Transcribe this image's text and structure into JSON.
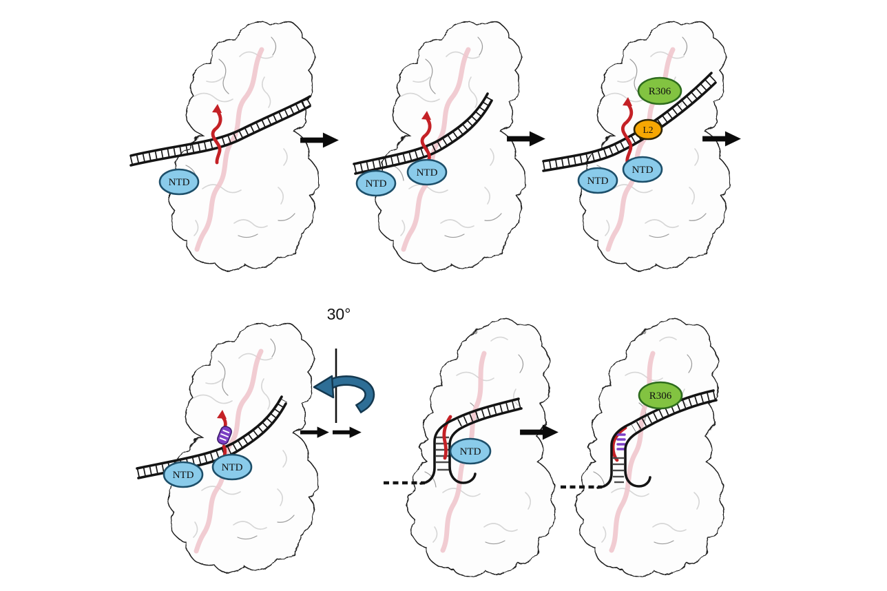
{
  "colors": {
    "protein-fill": "#fdfdfd",
    "protein-stroke": "#1a1a1a",
    "texture-light": "#d6d6d6",
    "texture-dark": "#9a9a9a",
    "ribbon-pink": "#f0c7cd",
    "dna-black": "#141414",
    "rung-gray": "#4a4a4a",
    "ssdna-red": "#c42126",
    "hybrid-purple": "#7b3fc4",
    "ntd-fill": "#8acbea",
    "ntd-stroke": "#1d4f6a",
    "r306-fill": "#82c341",
    "r306-stroke": "#2d6b1d",
    "l2-fill": "#f6a703",
    "l2-stroke": "#2e2405",
    "arrow-black": "#0b0b0b",
    "rotation-teal": "#2e6e96",
    "rotation-teal-dark": "#14384f",
    "label-text": "#101010",
    "canvas-bg": "#ffffff"
  },
  "rotation": {
    "angle_label": "30°"
  },
  "panels": [
    {
      "name": "protein-dna-initial-binding",
      "ovals": [
        {
          "type": "ntd",
          "text": "NTD"
        }
      ]
    },
    {
      "name": "ntd-duplex-engagement",
      "ovals": [
        {
          "type": "ntd",
          "text": "NTD"
        },
        {
          "type": "ntd",
          "text": "NTD"
        }
      ]
    },
    {
      "name": "r306-l2-unwinding",
      "ovals": [
        {
          "type": "r306",
          "text": "R306"
        },
        {
          "type": "l2",
          "text": "L2"
        },
        {
          "type": "ntd",
          "text": "NTD"
        },
        {
          "type": "ntd",
          "text": "NTD"
        }
      ]
    },
    {
      "name": "hybrid-formation",
      "ovals": [
        {
          "type": "ntd",
          "text": "NTD"
        },
        {
          "type": "ntd",
          "text": "NTD"
        }
      ]
    },
    {
      "name": "rotated-view-strand-separation",
      "ovals": [
        {
          "type": "ntd",
          "text": "NTD"
        }
      ]
    },
    {
      "name": "r-loop-final-state",
      "ovals": [
        {
          "type": "r306",
          "text": "R306"
        }
      ]
    }
  ]
}
